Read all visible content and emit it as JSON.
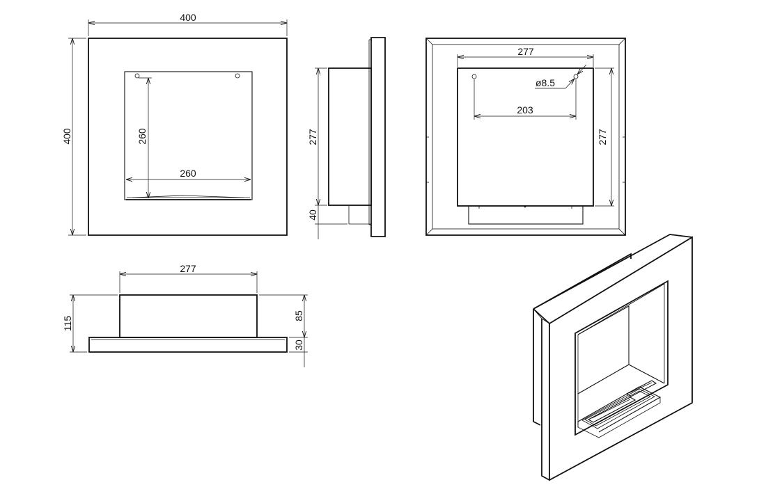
{
  "drawing": {
    "front_view": {
      "width": "400",
      "height": "400",
      "opening_height": "260",
      "opening_width": "260"
    },
    "side_view": {
      "body_height": "277",
      "bottom_offset": "40"
    },
    "rear_view": {
      "width": "277",
      "height": "277",
      "hole_diameter": "ø8.5",
      "hole_spacing": "203"
    },
    "top_view": {
      "width": "277",
      "total_depth": "115",
      "body_depth": "85",
      "frame_depth": "30"
    }
  }
}
